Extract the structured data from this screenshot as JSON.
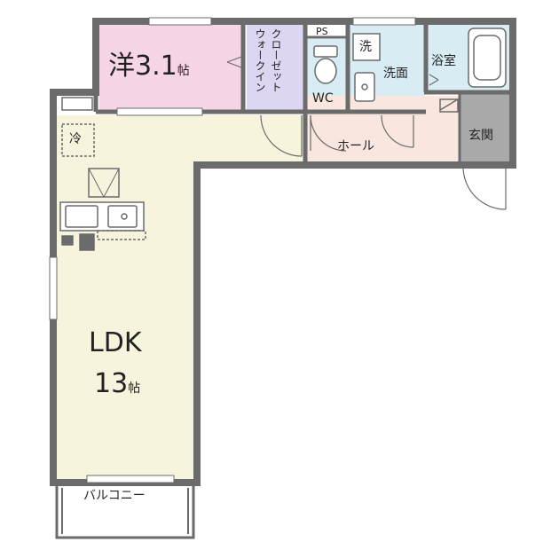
{
  "rooms": {
    "western": {
      "name": "洋3.1",
      "unit": "帖"
    },
    "walk_in_closet": {
      "line1": "ウォークイン",
      "line2": "クローゼット"
    },
    "ps": "PS",
    "wc": "WC",
    "washroom": "洗面",
    "washer": "洗",
    "bath": "浴室",
    "entrance": "玄関",
    "hall": "ホール",
    "fridge": "冷",
    "ldk": {
      "name": "LDK",
      "size": "13",
      "unit": "帖"
    },
    "balcony": "バルコニー"
  },
  "colors": {
    "wall": "#6b6b6b",
    "western": "#f6d5e6",
    "closet": "#dcd6f2",
    "wet": "#d8ecf4",
    "hall": "#f9e6de",
    "ldk": "#f7f4de",
    "entrance": "#a9a9a9"
  }
}
